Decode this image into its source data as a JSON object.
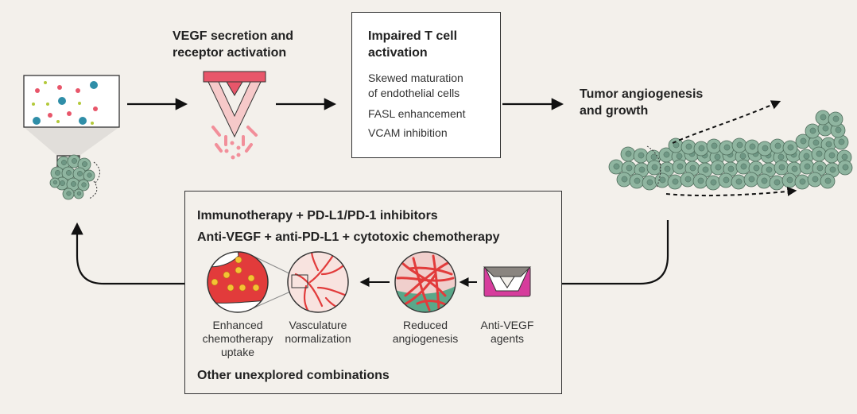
{
  "colors": {
    "background": "#f3f0eb",
    "cell_fill": "#8fb5a0",
    "cell_stroke": "#4d6b5a",
    "receptor": "#e8566a",
    "vessel": "#e23b3b",
    "chemo_dot": "#f5c234",
    "teal_dot": "#2f8ea8",
    "lime_dot": "#b3c93a",
    "anti_vegf_magenta": "#d63c9c",
    "anti_vegf_gray": "#8a8580"
  },
  "top": {
    "vegf_title": "VEGF secretion and\nreceptor activation",
    "tcell_box": {
      "title": "Impaired T cell\nactivation",
      "items": [
        "Skewed maturation\nof endothelial cells",
        "FASL enhancement",
        "VCAM inhibition"
      ]
    },
    "tumor_title": "Tumor angiogenesis\nand growth"
  },
  "bottom_box": {
    "line1": "Immunotherapy + PD-L1/PD-1 inhibitors",
    "line2": "Anti-VEGF + anti-PD-L1 + cytotoxic chemotherapy",
    "steps": [
      {
        "label": "Enhanced\nchemotherapy\nuptake"
      },
      {
        "label": "Vasculature\nnormalization"
      },
      {
        "label": "Reduced\nangiogenesis"
      },
      {
        "label": "Anti-VEGF\nagents"
      }
    ],
    "footer": "Other unexplored combinations"
  }
}
